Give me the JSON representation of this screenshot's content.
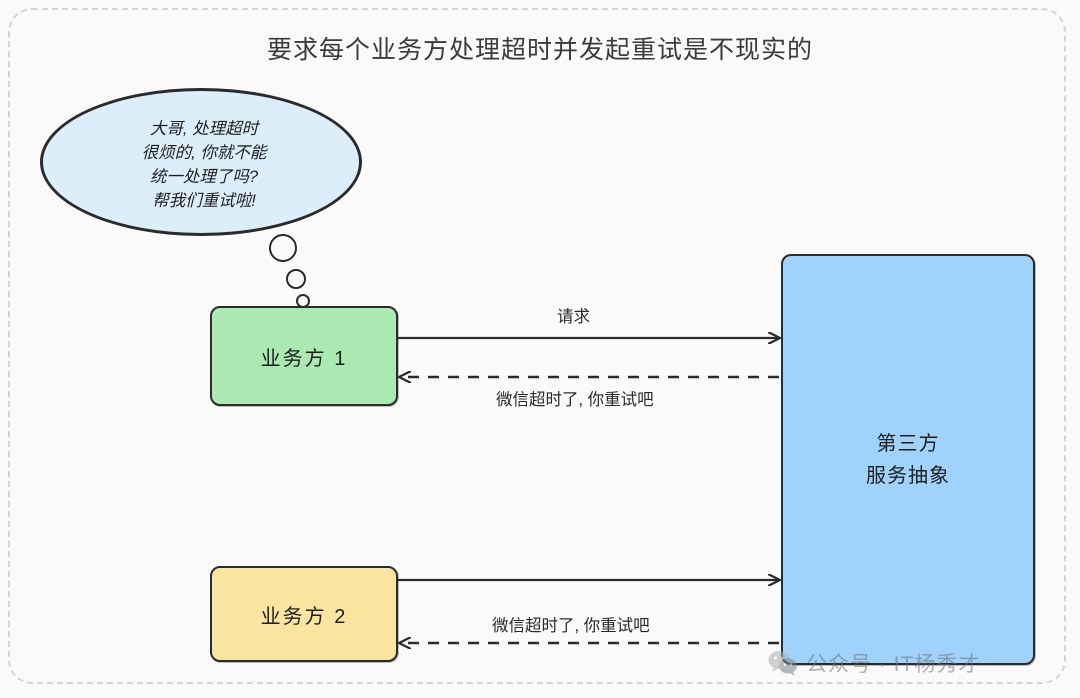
{
  "diagram": {
    "title": "要求每个业务方处理超时并发起重试是不现实的",
    "speech_bubble": {
      "lines": [
        "大哥, 处理超时",
        "很烦的, 你就不能",
        "统一处理了吗?",
        "帮我们重试啦!"
      ],
      "fill_color": "#ddeefb"
    },
    "nodes": [
      {
        "id": "party1",
        "label": "业务方 1",
        "fill_color": "#aae9b2"
      },
      {
        "id": "party2",
        "label": "业务方 2",
        "fill_color": "#fae5a0"
      },
      {
        "id": "third_party",
        "label": "第三方\n服务抽象",
        "fill_color": "#9fd3fb"
      }
    ],
    "edges": [
      {
        "id": "request-1",
        "label": "请求",
        "style": "solid",
        "direction": "party1-to-third-party"
      },
      {
        "id": "timeout-reply-1",
        "label": "微信超时了, 你重试吧",
        "style": "dashed",
        "direction": "third-party-to-party1"
      },
      {
        "id": "request-2",
        "label": "",
        "style": "solid",
        "direction": "party2-to-third-party"
      },
      {
        "id": "timeout-reply-2",
        "label": "微信超时了, 你重试吧",
        "style": "dashed",
        "direction": "third-party-to-party2"
      }
    ],
    "watermark": {
      "text": "公众号 · IT杨秀才",
      "icon": "wechat-icon"
    },
    "border_color": "#d2d4d6",
    "stroke_color": "#2b2b2b"
  }
}
